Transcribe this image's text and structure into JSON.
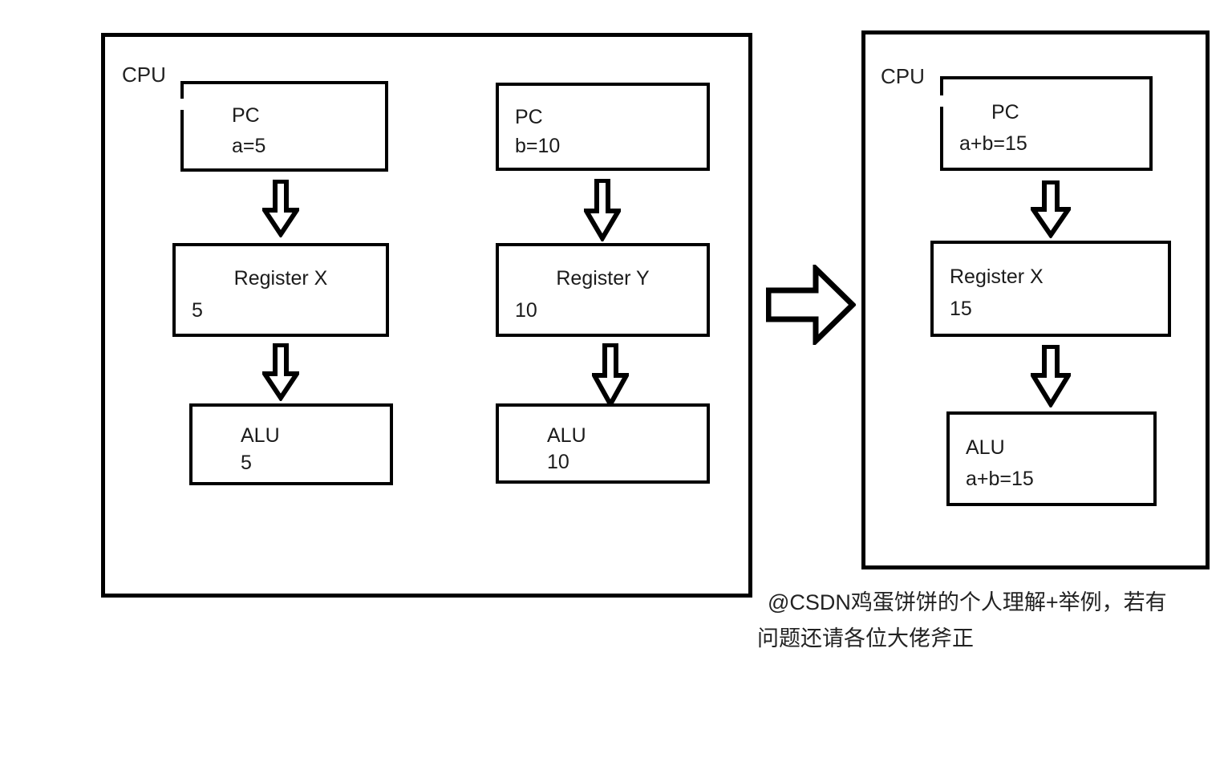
{
  "diagram": {
    "title": "CPU register/ALU addition example",
    "stroke_color": "#000000",
    "background_color": "#ffffff",
    "text_color": "#222222"
  },
  "left_cpu": {
    "label": "CPU",
    "columns": [
      {
        "name": "column-a",
        "units": [
          {
            "name": "pc",
            "line1": "PC",
            "line2": "a=5"
          },
          {
            "name": "register-x",
            "line1": "Register X",
            "line2": "5"
          },
          {
            "name": "alu",
            "line1": "ALU",
            "line2": "5"
          }
        ]
      },
      {
        "name": "column-b",
        "units": [
          {
            "name": "pc",
            "line1": "PC",
            "line2": "b=10"
          },
          {
            "name": "register-y",
            "line1": "Register Y",
            "line2": "10"
          },
          {
            "name": "alu",
            "line1": "ALU",
            "line2": "10"
          }
        ]
      }
    ]
  },
  "right_cpu": {
    "label": "CPU",
    "units": [
      {
        "name": "pc",
        "line1": "PC",
        "line2": "a+b=15"
      },
      {
        "name": "register-x",
        "line1": "Register X",
        "line2": "15"
      },
      {
        "name": "alu",
        "line1": "ALU",
        "line2": "a+b=15"
      }
    ]
  },
  "arrows": {
    "down_icon": "arrow-down-block",
    "right_icon": "arrow-right-block",
    "count_down": 6,
    "count_right": 1
  },
  "caption": {
    "line1": "@CSDN鸡蛋饼饼的个人理解+举例，若有",
    "line2": "问题还请各位大佬斧正"
  }
}
